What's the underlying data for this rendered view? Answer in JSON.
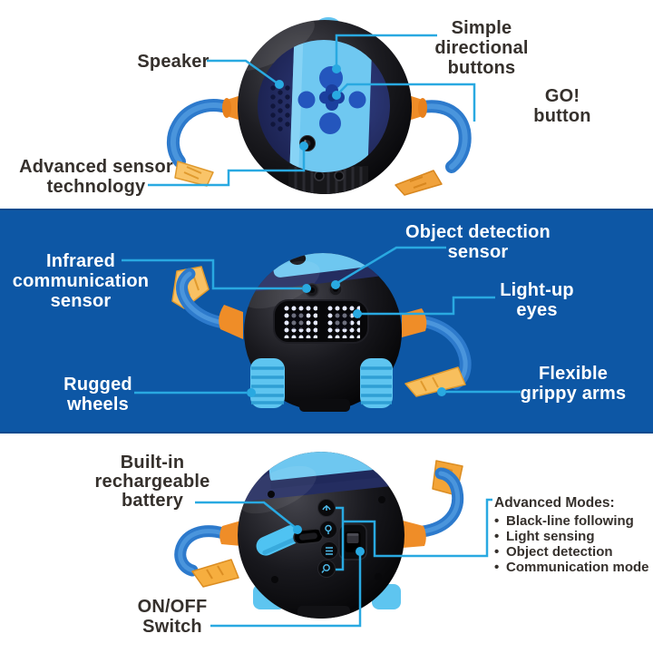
{
  "product": "coding robot feature diagram",
  "colors": {
    "band_blue": "#0d57a5",
    "callout_blue": "#29a9e1",
    "label_dark": "#35302c",
    "label_light": "#ffffff",
    "robot_light_blue": "#6fc8f1",
    "robot_arm_blue": "#2d7acc",
    "robot_orange": "#ef8d28",
    "claw_orange": "#f9c468"
  },
  "top_panel": {
    "speaker": "Speaker",
    "directional": "Simple\ndirectional\nbuttons",
    "go": "GO!\nbutton",
    "sensor_tech": "Advanced sensor\ntechnology"
  },
  "middle_panel": {
    "infrared": "Infrared\ncommunication\nsensor",
    "object_detection": "Object detection\nsensor",
    "light_up": "Light-up\neyes",
    "wheels": "Rugged\nwheels",
    "grippy": "Flexible\ngrippy arms"
  },
  "bottom_panel": {
    "battery": "Built-in\nrechargeable\nbattery",
    "on_off": "ON/OFF\nSwitch",
    "adv_title": "Advanced Modes:",
    "adv_modes": [
      "Black-line following",
      "Light sensing",
      "Object detection",
      "Communication mode"
    ]
  }
}
